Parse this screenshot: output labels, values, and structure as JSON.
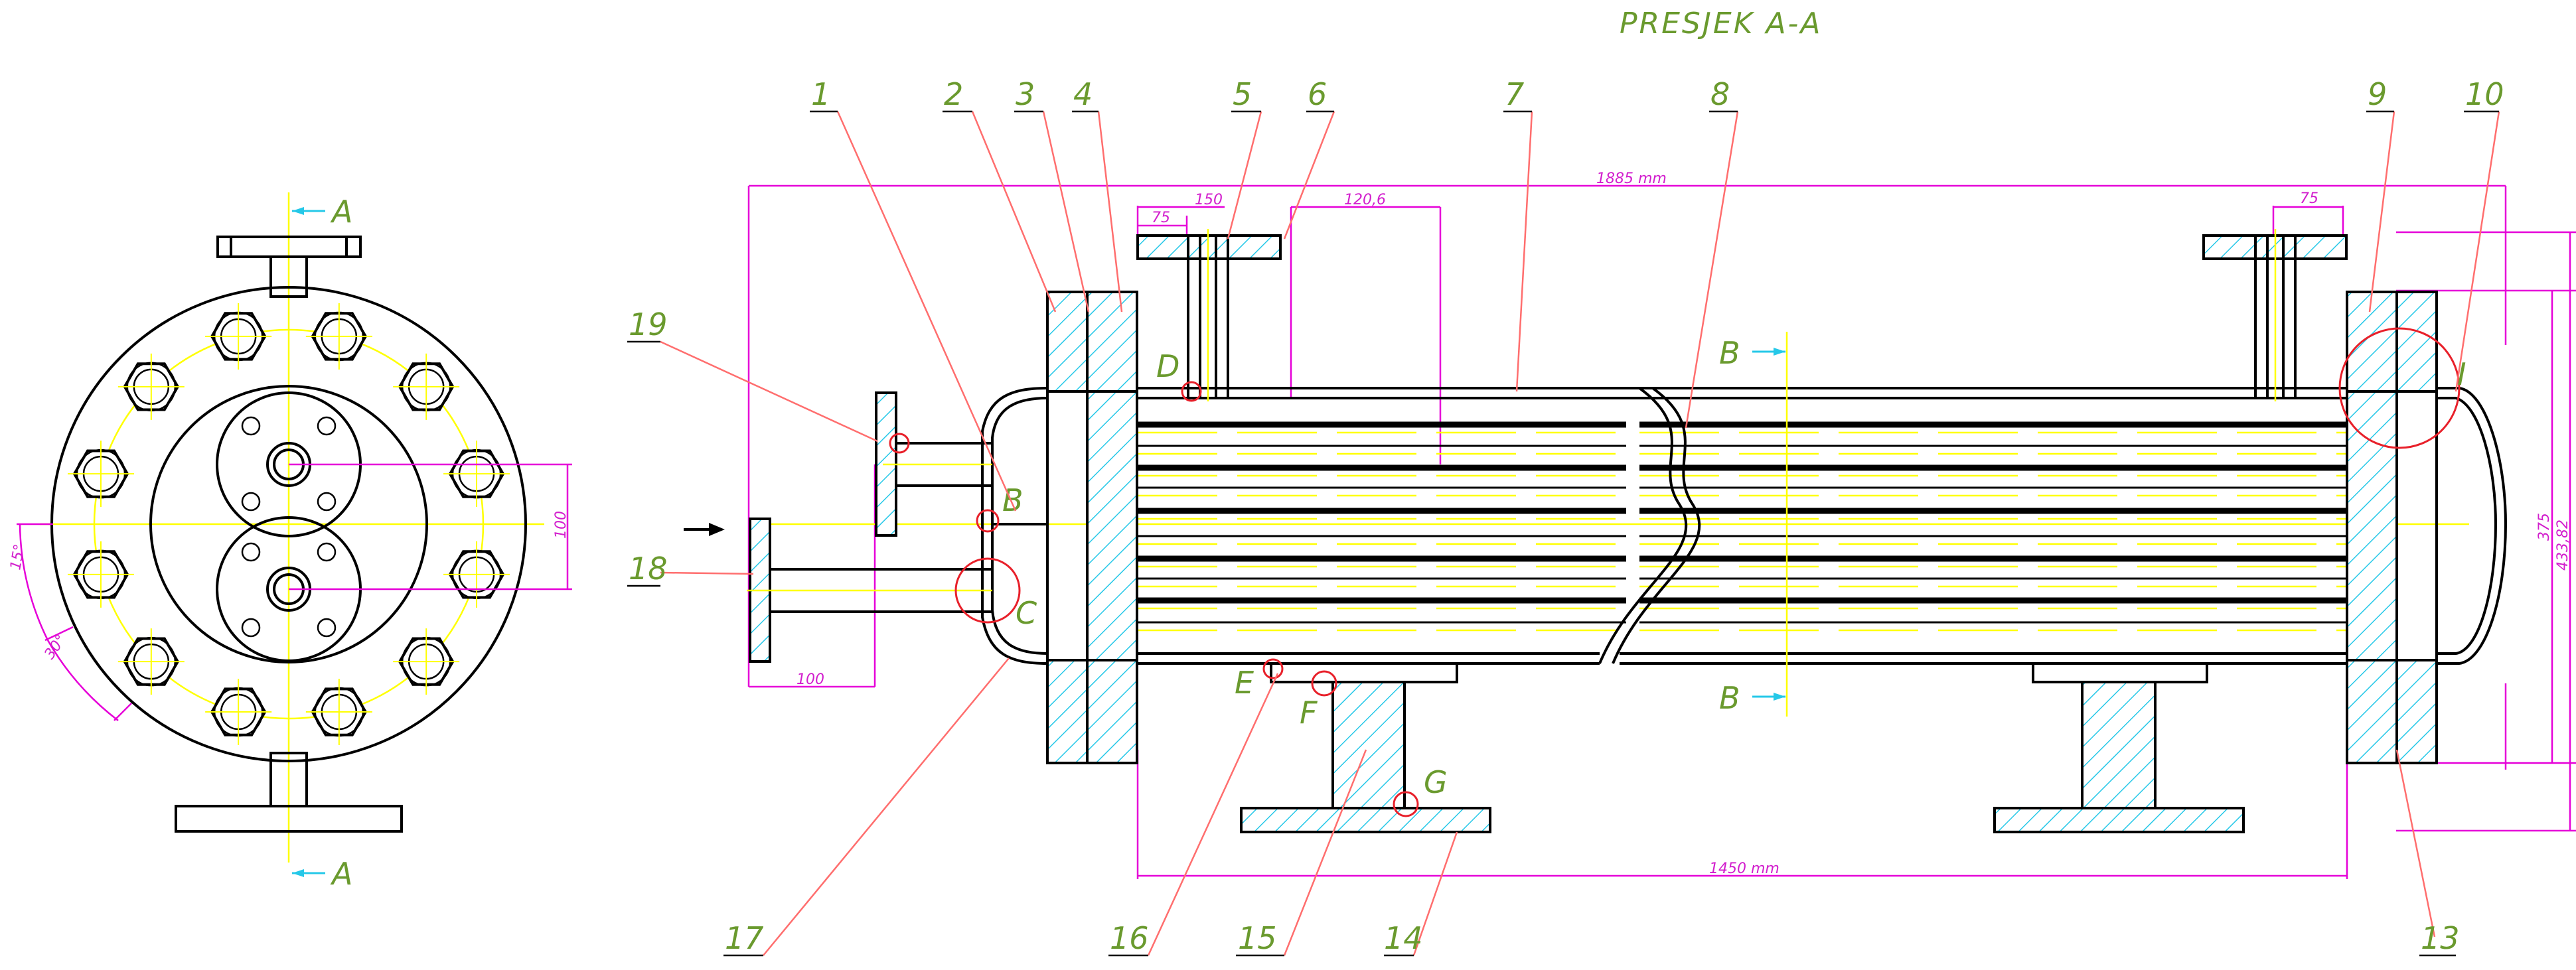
{
  "title": "PRESJEK A-A",
  "section_marks": {
    "a": "A",
    "b": "B"
  },
  "part_numbers": [
    "1",
    "2",
    "3",
    "4",
    "5",
    "6",
    "7",
    "8",
    "9",
    "10",
    "13",
    "14",
    "15",
    "16",
    "17",
    "18",
    "19"
  ],
  "detail_letters": [
    "B",
    "C",
    "D",
    "E",
    "F",
    "G",
    "I"
  ],
  "dimensions": {
    "overall_length": "1885 mm",
    "tube_length": "1450 mm",
    "nozzle_offset": "150",
    "nozzle_flange_left": "75",
    "nozzle_flange_right": "75",
    "baffle_offset": "120,6",
    "inlet_length": "100",
    "side_height": "100",
    "height_375": "375",
    "height_433": "433,82",
    "angle_15": "15°",
    "angle_30": "30°"
  },
  "colors": {
    "outline": "#000000",
    "centerline": "#ffff00",
    "dimension": "#e600d8",
    "label": "#6a9a2e",
    "leader": "#ff6e6e",
    "detail_circle": "#e8202a",
    "hatch": "#25c8e8",
    "section_arrow": "#25c8e8"
  }
}
